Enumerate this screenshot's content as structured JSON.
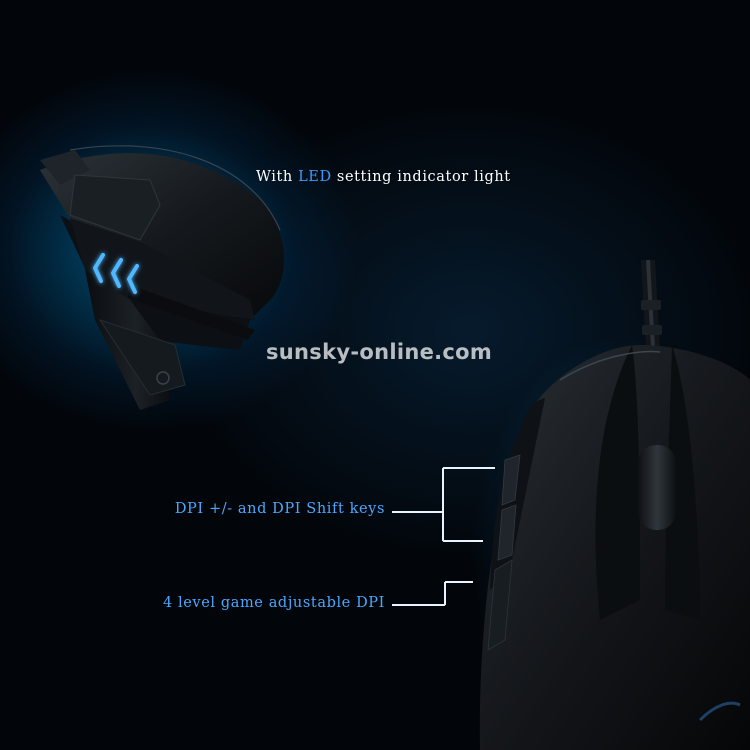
{
  "captions": {
    "led_prefix": "With ",
    "led_word": "LED",
    "led_suffix": " setting indicator light",
    "dpi_keys": "DPI +/- and DPI Shift keys",
    "dpi_levels": "4 level game adjustable DPI"
  },
  "watermark": "sunsky-online.com",
  "colors": {
    "background": "#020509",
    "glow": "#0096dc",
    "accent_text": "#3a9bff",
    "callout_line": "#e8f4ff",
    "led": "#4fb8ff"
  }
}
